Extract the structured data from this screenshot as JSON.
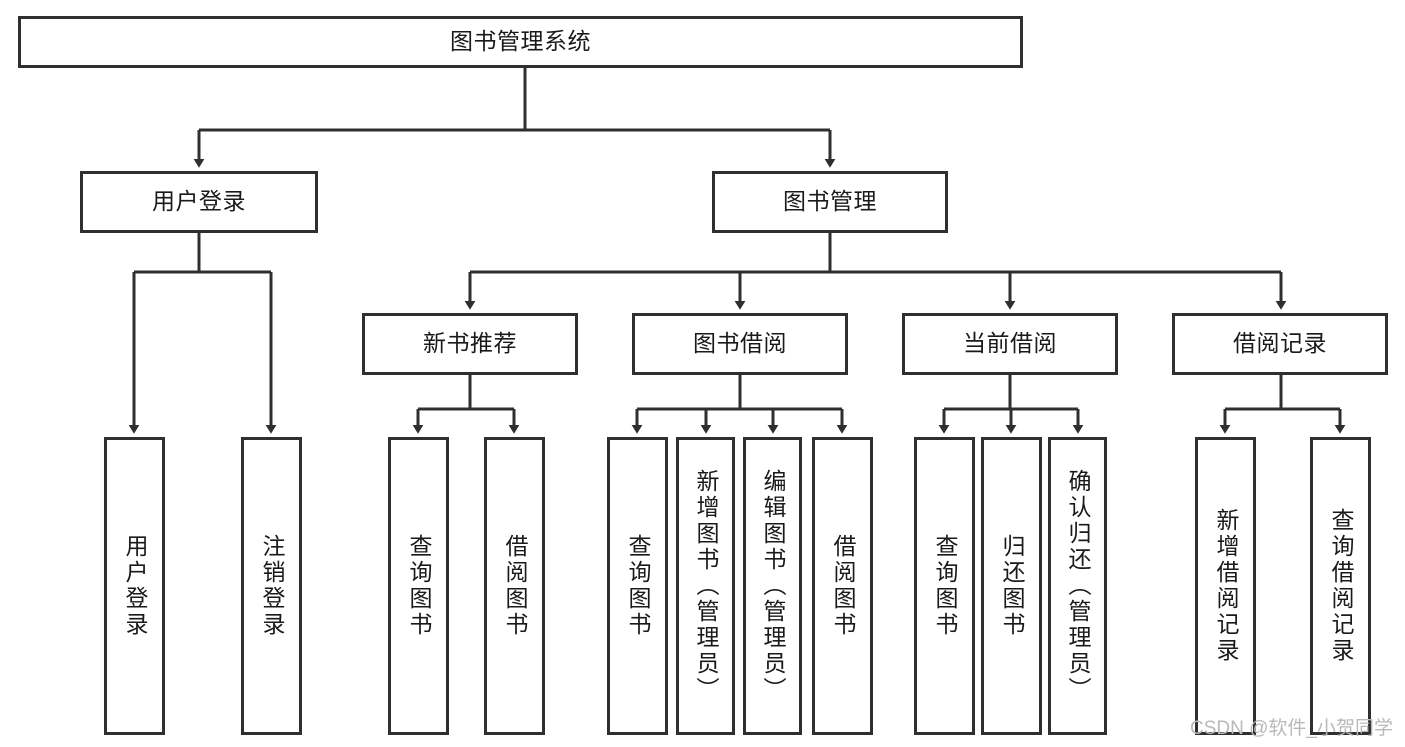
{
  "diagram": {
    "title": "图书管理系统",
    "watermark": "CSDN @软件_小贺同学",
    "colors": {
      "stroke": "#2f2f2f",
      "fill": "#ffffff",
      "text": "#1a1a1a",
      "watermark": "#b9b9b9"
    },
    "nodes": {
      "root": "图书管理系统",
      "user_login": "用户登录",
      "book_manage": "图书管理",
      "new_book_recommend": "新书推荐",
      "book_borrow": "图书借阅",
      "current_borrow": "当前借阅",
      "borrow_record": "借阅记录",
      "leaf_user_login": "用户登录",
      "leaf_logout": "注销登录",
      "leaf_query_book_1": "查询图书",
      "leaf_borrow_book_1": "借阅图书",
      "leaf_query_book_2": "查询图书",
      "leaf_add_book_admin": "新增图书（管理员）",
      "leaf_edit_book_admin": "编辑图书（管理员）",
      "leaf_borrow_book_2": "借阅图书",
      "leaf_query_book_3": "查询图书",
      "leaf_return_book": "归还图书",
      "leaf_confirm_return_admin": "确认归还（管理员）",
      "leaf_add_borrow_record": "新增借阅记录",
      "leaf_query_borrow_record": "查询借阅记录"
    },
    "hierarchy": [
      {
        "label": "图书管理系统",
        "children": [
          {
            "label": "用户登录",
            "children": [
              {
                "label": "用户登录"
              },
              {
                "label": "注销登录"
              }
            ]
          },
          {
            "label": "图书管理",
            "children": [
              {
                "label": "新书推荐",
                "children": [
                  {
                    "label": "查询图书"
                  },
                  {
                    "label": "借阅图书"
                  }
                ]
              },
              {
                "label": "图书借阅",
                "children": [
                  {
                    "label": "查询图书"
                  },
                  {
                    "label": "新增图书（管理员）"
                  },
                  {
                    "label": "编辑图书（管理员）"
                  },
                  {
                    "label": "借阅图书"
                  }
                ]
              },
              {
                "label": "当前借阅",
                "children": [
                  {
                    "label": "查询图书"
                  },
                  {
                    "label": "归还图书"
                  },
                  {
                    "label": "确认归还（管理员）"
                  }
                ]
              },
              {
                "label": "借阅记录",
                "children": [
                  {
                    "label": "新增借阅记录"
                  },
                  {
                    "label": "查询借阅记录"
                  }
                ]
              }
            ]
          }
        ]
      }
    ]
  }
}
